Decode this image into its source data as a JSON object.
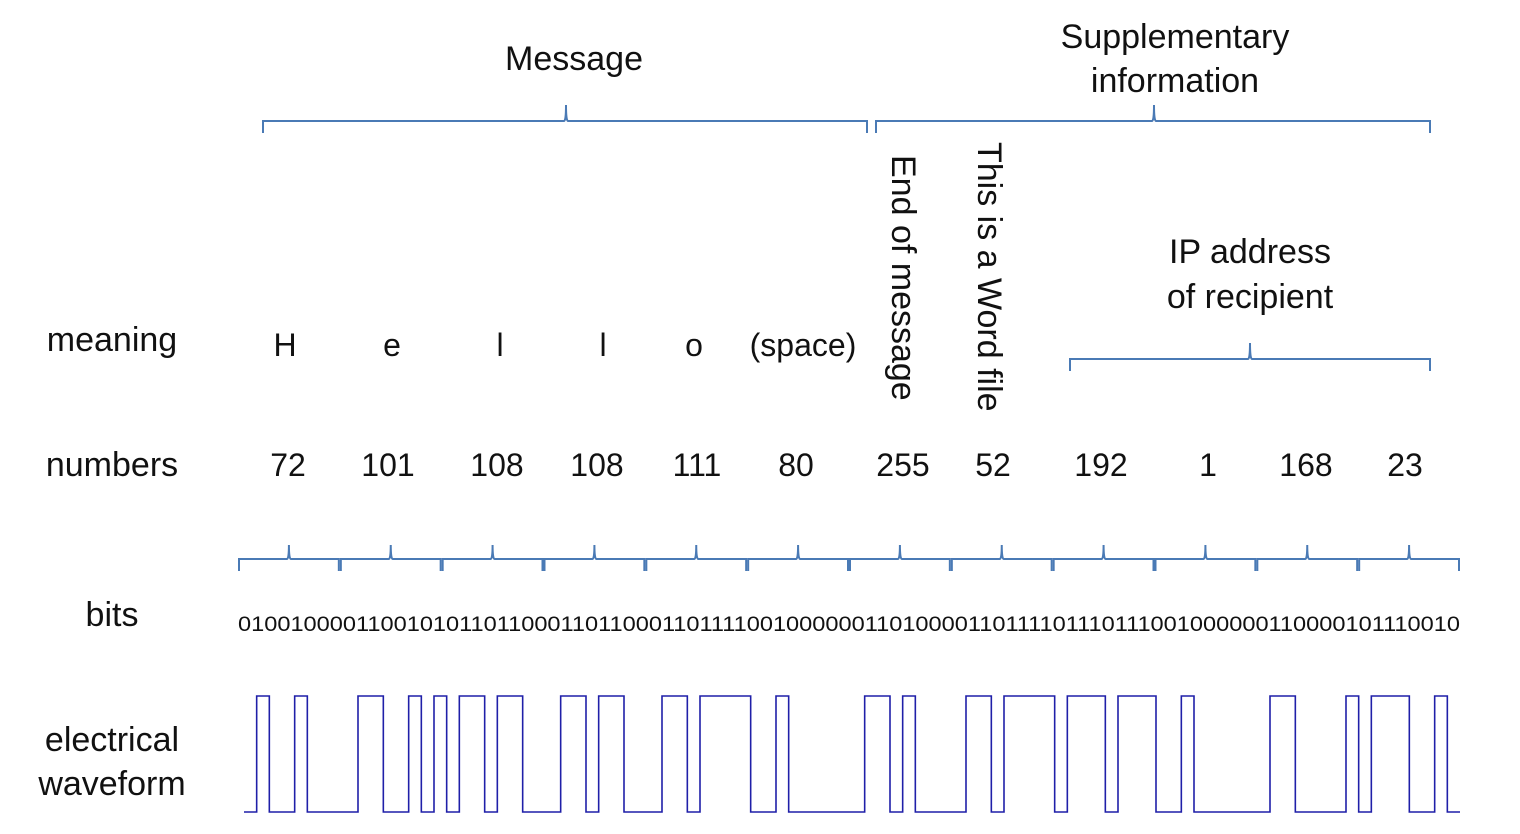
{
  "headers": {
    "message": "Message",
    "supplementary": [
      "Supplementary",
      "information"
    ]
  },
  "ip_label": [
    "IP address",
    "of recipient"
  ],
  "row_labels": {
    "meaning": "meaning",
    "numbers": "numbers",
    "bits": "bits",
    "waveform": [
      "electrical",
      "waveform"
    ]
  },
  "meanings": [
    "H",
    "e",
    "l",
    "l",
    "o",
    "(space)"
  ],
  "vertical_labels": [
    "End of message",
    "This is a Word file"
  ],
  "numbers": [
    "72",
    "101",
    "108",
    "108",
    "111",
    "80",
    "255",
    "52",
    "192",
    "1",
    "168",
    "23"
  ],
  "bits": "010010000110010101101100011011000110111100100000011010000110111101110111001000000110000101110010",
  "colors": {
    "brace": "#4a7ab5",
    "waveform": "#1f1fa8",
    "text": "#111111"
  }
}
